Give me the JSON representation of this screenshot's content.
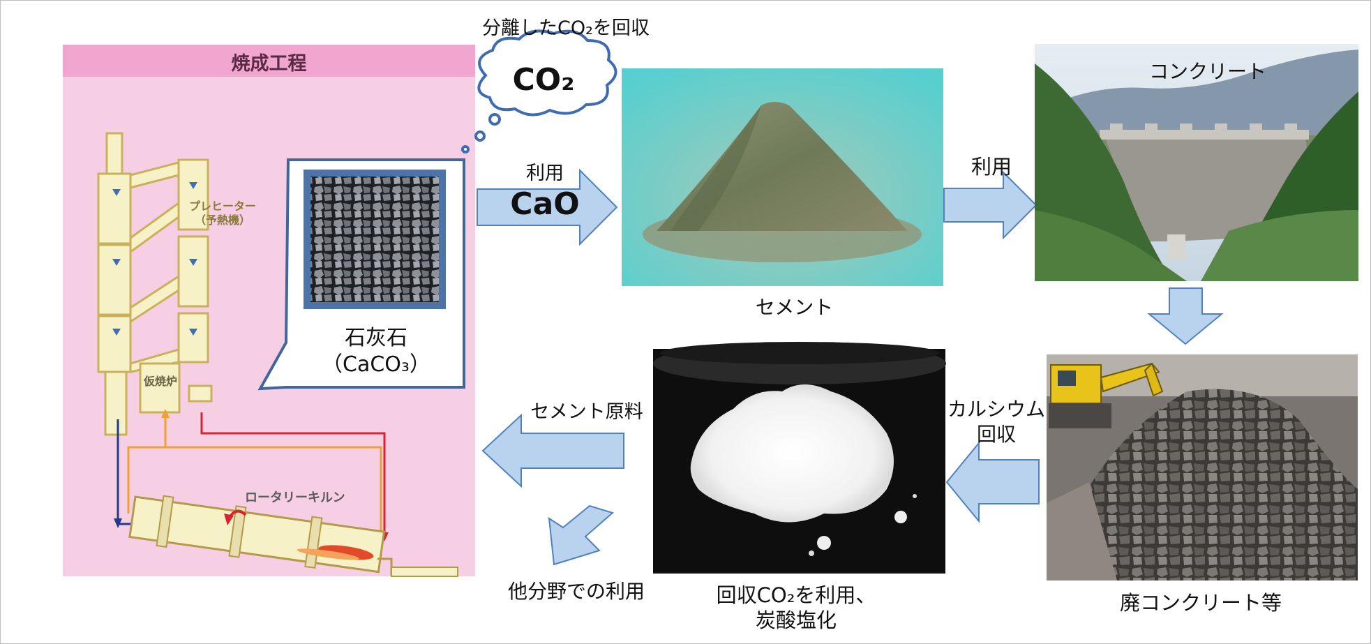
{
  "process_panel": {
    "title": "焼成工程",
    "preheater_label": "プレヒーター\n（予熱機）",
    "calciner_label": "仮焼炉",
    "kiln_label": "ロータリーキルン"
  },
  "limestone": {
    "name": "石灰石",
    "formula": "（CaCO₃）"
  },
  "co2_cloud": {
    "caption": "分離したCO₂を回収",
    "text": "CO₂"
  },
  "arrows": {
    "use_cao_top": "利用",
    "use_cao_main": "CaO",
    "use_concrete": "利用",
    "calcium_recovery": "カルシウム\n回収",
    "cement_raw": "セメント原料",
    "other_fields": "他分野での利用"
  },
  "photos": {
    "cement": "セメント",
    "concrete": "コンクリート",
    "waste_concrete": "廃コンクリート等",
    "carbonate": "回収CO₂を利用、\n炭酸塩化"
  },
  "colors": {
    "arrow_fill": "#b9d3ef",
    "arrow_stroke": "#4f81bd",
    "panel_pink": "#f6cde3",
    "panel_header": "#f1a6cf",
    "callout_border": "#41669b"
  }
}
